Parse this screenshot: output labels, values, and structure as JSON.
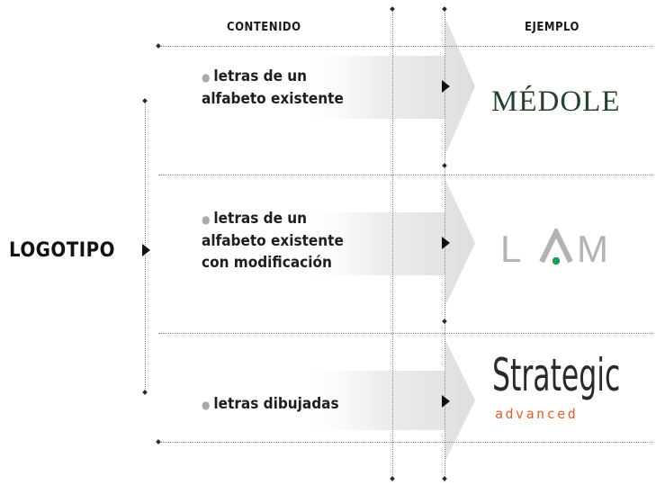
{
  "headers": {
    "contenido": "CONTENIDO",
    "ejemplo": "EJEMPLO"
  },
  "main_label": "LOGOTIPO",
  "rows": [
    {
      "lines": [
        "letras de un",
        "alfabeto existente"
      ],
      "example": "MÉDOLE"
    },
    {
      "lines": [
        "letras de un",
        "alfabeto existente",
        "con modificación"
      ],
      "example": {
        "left": "L",
        "a": "A",
        "right": "M"
      }
    },
    {
      "lines": [
        "letras dibujadas"
      ],
      "example": {
        "main": "Strategic",
        "sub": "advanced"
      }
    }
  ],
  "colors": {
    "medole": "#24422c",
    "lam_gray": "#b3b3b3",
    "lam_dot": "#1e9a55",
    "advanced": "#d9622b"
  }
}
